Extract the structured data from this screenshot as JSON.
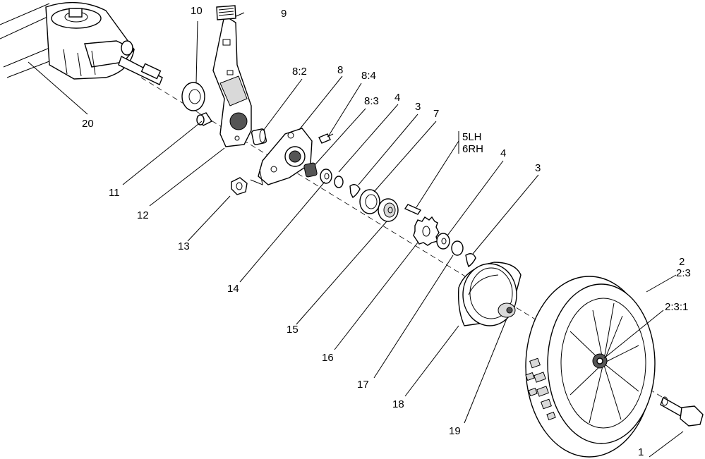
{
  "callouts": [
    {
      "id": "c10",
      "text": "10"
    },
    {
      "id": "c9",
      "text": "9"
    },
    {
      "id": "c20",
      "text": "20"
    },
    {
      "id": "c8_2",
      "text": "8:2"
    },
    {
      "id": "c8",
      "text": "8"
    },
    {
      "id": "c8_4",
      "text": "8:4"
    },
    {
      "id": "c8_3",
      "text": "8:3"
    },
    {
      "id": "c4a",
      "text": "4"
    },
    {
      "id": "c3a",
      "text": "3"
    },
    {
      "id": "c7",
      "text": "7"
    },
    {
      "id": "c5lh",
      "text": "5LH"
    },
    {
      "id": "c6rh",
      "text": "6RH"
    },
    {
      "id": "c4b",
      "text": "4"
    },
    {
      "id": "c3b",
      "text": "3"
    },
    {
      "id": "c11",
      "text": "11"
    },
    {
      "id": "c12",
      "text": "12"
    },
    {
      "id": "c13",
      "text": "13"
    },
    {
      "id": "c14",
      "text": "14"
    },
    {
      "id": "c15",
      "text": "15"
    },
    {
      "id": "c16",
      "text": "16"
    },
    {
      "id": "c17",
      "text": "17"
    },
    {
      "id": "c18",
      "text": "18"
    },
    {
      "id": "c19",
      "text": "19"
    },
    {
      "id": "c2",
      "text": "2"
    },
    {
      "id": "c2_3",
      "text": "2:3"
    },
    {
      "id": "c2_3_1",
      "text": "2:3:1"
    },
    {
      "id": "c1",
      "text": "1"
    }
  ]
}
